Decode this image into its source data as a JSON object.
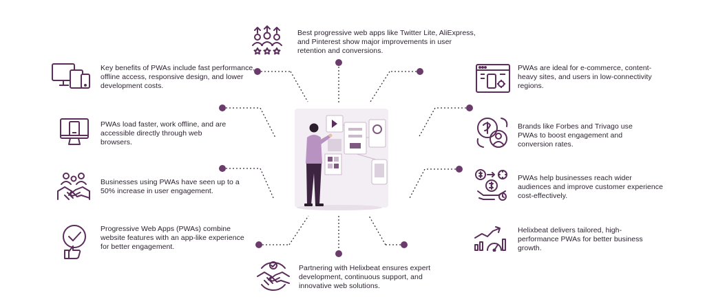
{
  "colors": {
    "accent": "#5a2d5a",
    "dot": "#6b3b6b",
    "text": "#2c2230",
    "illustration_bg": "#f3eef4"
  },
  "center": {
    "icon": "person-at-interface-illustration"
  },
  "items": [
    {
      "id": "top",
      "icon": "team-rating-icon",
      "text": "Best progressive web apps like Twitter Lite, AliExpress, and Pinterest show major improvements in user retention and conversions."
    },
    {
      "id": "left-1",
      "icon": "multi-device-icon",
      "text": "Key benefits of PWAs include fast performance, offline access, responsive design, and lower development costs."
    },
    {
      "id": "left-2",
      "icon": "desktop-monitor-icon",
      "text": "PWAs load faster, work offline, and are accessible directly through web browsers."
    },
    {
      "id": "left-3",
      "icon": "handshake-group-icon",
      "text": "Businesses using PWAs have seen up to a 50% increase in user engagement."
    },
    {
      "id": "left-4",
      "icon": "check-thumbs-up-icon",
      "text": "Progressive Web Apps (PWAs) combine website features with an app-like experience for better engagement."
    },
    {
      "id": "bottom",
      "icon": "handshake-circle-icon",
      "text": "Partnering with Helixbeat ensures expert development, continuous support, and innovative web solutions."
    },
    {
      "id": "right-1",
      "icon": "browser-mobile-gear-icon",
      "text": "PWAs are ideal for e-commerce, content-heavy sites, and users in low-connectivity regions."
    },
    {
      "id": "right-2",
      "icon": "brand-engagement-icon",
      "text": "Brands like Forbes and Trivago use PWAs to boost engagement and conversion rates."
    },
    {
      "id": "right-3",
      "icon": "money-reach-icon",
      "text": "PWAs help businesses reach wider audiences and improve customer experience cost-effectively."
    },
    {
      "id": "right-4",
      "icon": "growth-chart-icon",
      "text": "Helixbeat delivers tailored, high-performance PWAs for better business growth."
    }
  ]
}
